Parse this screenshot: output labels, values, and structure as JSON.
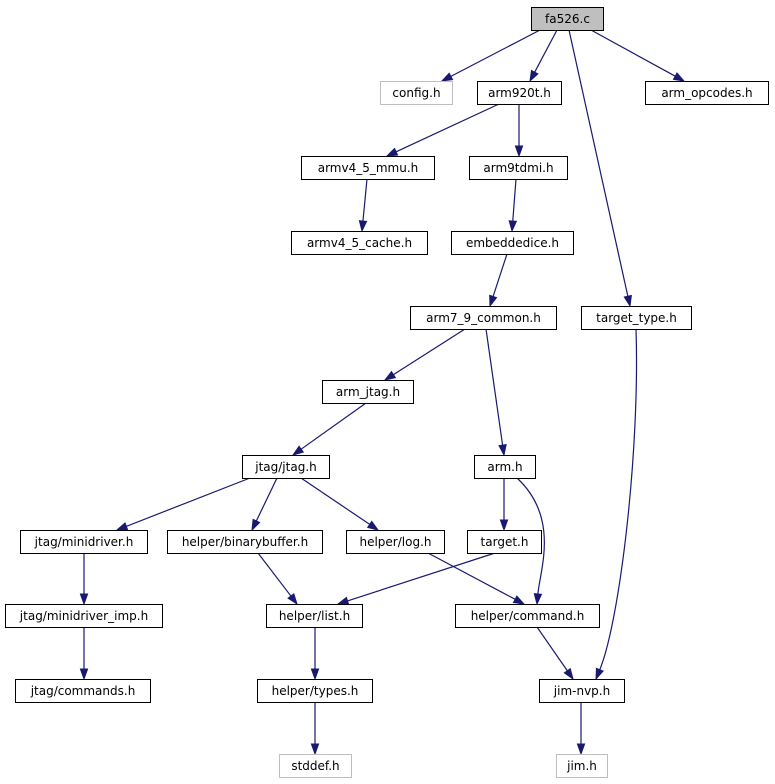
{
  "diagram": {
    "type": "include-dependency-graph",
    "colors": {
      "edge": "#191970",
      "root_fill": "#bfbfbf",
      "node_fill": "#ffffff",
      "node_border": "#000000",
      "leaf_border": "#bfbfbf",
      "leaf_text": "#000000"
    },
    "nodes": [
      {
        "id": "fa526_c",
        "label": "fa526.c",
        "style": "root"
      },
      {
        "id": "config_h",
        "label": "config.h",
        "style": "external"
      },
      {
        "id": "arm920t_h",
        "label": "arm920t.h",
        "style": "normal"
      },
      {
        "id": "arm_opcodes_h",
        "label": "arm_opcodes.h",
        "style": "normal"
      },
      {
        "id": "armv4_5_mmu_h",
        "label": "armv4_5_mmu.h",
        "style": "normal"
      },
      {
        "id": "arm9tdmi_h",
        "label": "arm9tdmi.h",
        "style": "normal"
      },
      {
        "id": "armv4_5_cache_h",
        "label": "armv4_5_cache.h",
        "style": "normal"
      },
      {
        "id": "embeddedice_h",
        "label": "embeddedice.h",
        "style": "normal"
      },
      {
        "id": "arm7_9_common_h",
        "label": "arm7_9_common.h",
        "style": "normal"
      },
      {
        "id": "target_type_h",
        "label": "target_type.h",
        "style": "normal"
      },
      {
        "id": "arm_jtag_h",
        "label": "arm_jtag.h",
        "style": "normal"
      },
      {
        "id": "jtag_jtag_h",
        "label": "jtag/jtag.h",
        "style": "normal"
      },
      {
        "id": "arm_h",
        "label": "arm.h",
        "style": "normal"
      },
      {
        "id": "jtag_minidriver_h",
        "label": "jtag/minidriver.h",
        "style": "normal"
      },
      {
        "id": "helper_binarybuffer_h",
        "label": "helper/binarybuffer.h",
        "style": "normal"
      },
      {
        "id": "helper_log_h",
        "label": "helper/log.h",
        "style": "normal"
      },
      {
        "id": "target_h",
        "label": "target.h",
        "style": "normal"
      },
      {
        "id": "jtag_minidriver_imp_h",
        "label": "jtag/minidriver_imp.h",
        "style": "normal"
      },
      {
        "id": "helper_list_h",
        "label": "helper/list.h",
        "style": "normal"
      },
      {
        "id": "helper_command_h",
        "label": "helper/command.h",
        "style": "normal"
      },
      {
        "id": "jtag_commands_h",
        "label": "jtag/commands.h",
        "style": "normal"
      },
      {
        "id": "helper_types_h",
        "label": "helper/types.h",
        "style": "normal"
      },
      {
        "id": "jim_nvp_h",
        "label": "jim-nvp.h",
        "style": "normal"
      },
      {
        "id": "stddef_h",
        "label": "stddef.h",
        "style": "external"
      },
      {
        "id": "jim_h",
        "label": "jim.h",
        "style": "external"
      }
    ],
    "edges": [
      {
        "from": "fa526_c",
        "to": "config_h"
      },
      {
        "from": "fa526_c",
        "to": "arm920t_h"
      },
      {
        "from": "fa526_c",
        "to": "arm_opcodes_h"
      },
      {
        "from": "fa526_c",
        "to": "target_type_h"
      },
      {
        "from": "arm920t_h",
        "to": "armv4_5_mmu_h"
      },
      {
        "from": "arm920t_h",
        "to": "arm9tdmi_h"
      },
      {
        "from": "armv4_5_mmu_h",
        "to": "armv4_5_cache_h"
      },
      {
        "from": "arm9tdmi_h",
        "to": "embeddedice_h"
      },
      {
        "from": "embeddedice_h",
        "to": "arm7_9_common_h"
      },
      {
        "from": "arm7_9_common_h",
        "to": "arm_jtag_h"
      },
      {
        "from": "arm7_9_common_h",
        "to": "arm_h"
      },
      {
        "from": "arm_jtag_h",
        "to": "jtag_jtag_h"
      },
      {
        "from": "jtag_jtag_h",
        "to": "jtag_minidriver_h"
      },
      {
        "from": "jtag_jtag_h",
        "to": "helper_binarybuffer_h"
      },
      {
        "from": "jtag_jtag_h",
        "to": "helper_log_h"
      },
      {
        "from": "jtag_minidriver_h",
        "to": "jtag_minidriver_imp_h"
      },
      {
        "from": "jtag_minidriver_imp_h",
        "to": "jtag_commands_h"
      },
      {
        "from": "helper_binarybuffer_h",
        "to": "helper_list_h"
      },
      {
        "from": "helper_log_h",
        "to": "helper_command_h"
      },
      {
        "from": "arm_h",
        "to": "target_h"
      },
      {
        "from": "arm_h",
        "to": "helper_command_h"
      },
      {
        "from": "target_h",
        "to": "helper_list_h"
      },
      {
        "from": "helper_list_h",
        "to": "helper_types_h"
      },
      {
        "from": "helper_types_h",
        "to": "stddef_h"
      },
      {
        "from": "helper_command_h",
        "to": "jim_nvp_h"
      },
      {
        "from": "target_type_h",
        "to": "jim_nvp_h"
      },
      {
        "from": "jim_nvp_h",
        "to": "jim_h"
      }
    ]
  }
}
